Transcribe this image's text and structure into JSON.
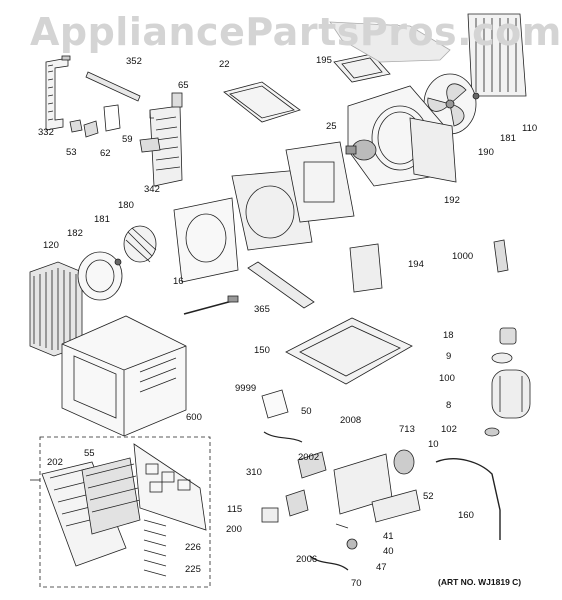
{
  "watermark": "AppliancePartsPros.com",
  "art_number": "(ART NO. WJ1819 C)",
  "parts": [
    {
      "id": "p332",
      "label": "332"
    },
    {
      "id": "p352",
      "label": "352"
    },
    {
      "id": "p65",
      "label": "65"
    },
    {
      "id": "p22",
      "label": "22"
    },
    {
      "id": "p195",
      "label": "195"
    },
    {
      "id": "p110",
      "label": "110"
    },
    {
      "id": "p53",
      "label": "53"
    },
    {
      "id": "p62",
      "label": "62"
    },
    {
      "id": "p59",
      "label": "59"
    },
    {
      "id": "p342",
      "label": "342"
    },
    {
      "id": "p25",
      "label": "25"
    },
    {
      "id": "p181a",
      "label": "181"
    },
    {
      "id": "p190",
      "label": "190"
    },
    {
      "id": "p192",
      "label": "192"
    },
    {
      "id": "p181b",
      "label": "181"
    },
    {
      "id": "p180",
      "label": "180"
    },
    {
      "id": "p182",
      "label": "182"
    },
    {
      "id": "p120",
      "label": "120"
    },
    {
      "id": "p16",
      "label": "16"
    },
    {
      "id": "p365",
      "label": "365"
    },
    {
      "id": "p150",
      "label": "150"
    },
    {
      "id": "p194",
      "label": "194"
    },
    {
      "id": "p1000",
      "label": "1000"
    },
    {
      "id": "p18",
      "label": "18"
    },
    {
      "id": "p9",
      "label": "9"
    },
    {
      "id": "p100",
      "label": "100"
    },
    {
      "id": "p8",
      "label": "8"
    },
    {
      "id": "p102",
      "label": "102"
    },
    {
      "id": "p600",
      "label": "600"
    },
    {
      "id": "p9999",
      "label": "9999"
    },
    {
      "id": "p50",
      "label": "50"
    },
    {
      "id": "p2008",
      "label": "2008"
    },
    {
      "id": "p713",
      "label": "713"
    },
    {
      "id": "p10",
      "label": "10"
    },
    {
      "id": "p202",
      "label": "202"
    },
    {
      "id": "p55",
      "label": "55"
    },
    {
      "id": "p2002",
      "label": "2002"
    },
    {
      "id": "p310",
      "label": "310"
    },
    {
      "id": "p115",
      "label": "115"
    },
    {
      "id": "p52",
      "label": "52"
    },
    {
      "id": "p41",
      "label": "41"
    },
    {
      "id": "p40",
      "label": "40"
    },
    {
      "id": "p47",
      "label": "47"
    },
    {
      "id": "p2006",
      "label": "2006"
    },
    {
      "id": "p70",
      "label": "70"
    },
    {
      "id": "p226",
      "label": "226"
    },
    {
      "id": "p225",
      "label": "225"
    },
    {
      "id": "p200",
      "label": "200"
    },
    {
      "id": "p160",
      "label": "160"
    }
  ]
}
